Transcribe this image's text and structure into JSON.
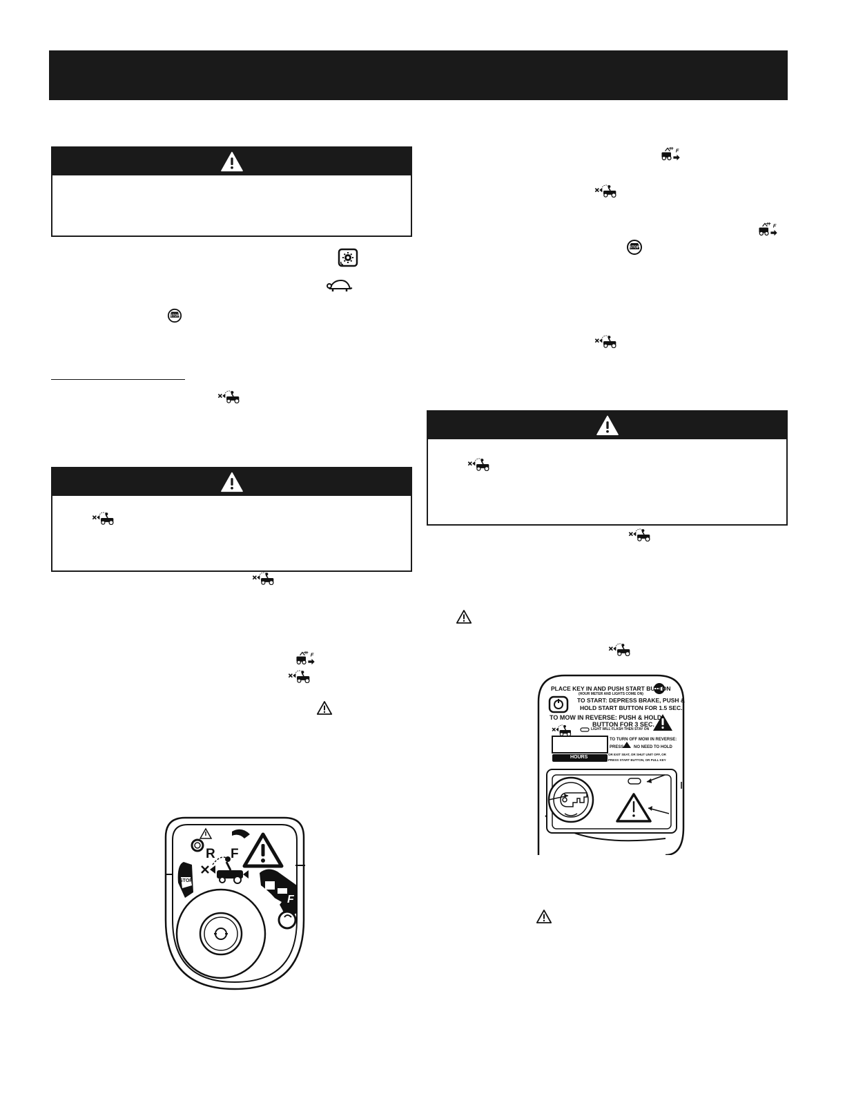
{
  "icons": {
    "warning_triangle": "warning-triangle-icon",
    "pto": "pto-engage-icon",
    "turtle": "turtle-slow-icon",
    "stop": "stop-icon",
    "reverse_mow": "reverse-mow-icon",
    "forward_mow": "forward-mow-icon"
  },
  "ignition_panel": {
    "label_R": "R",
    "label_F": "F",
    "label_stop": "STOP",
    "label_F2": "F"
  },
  "start_panel": {
    "line1": "PLACE KEY IN AND PUSH START BUTTON",
    "line1_sub": "(HOUR METER AND LIGHTS COME ON)",
    "line2a": "TO START: DEPRESS BRAKE, PUSH &",
    "line2b": "HOLD START BUTTON FOR 1.5 SEC.",
    "line3a": "TO MOW IN REVERSE:  PUSH & HOLD",
    "line3b": "BUTTON FOR 3 SEC.",
    "line3_sub": "LIGHT WILL FLASH THEN STAY ON",
    "line4a": "TO TURN OFF MOW IN REVERSE:",
    "line4b_pre": "PRESS",
    "line4b_post": "NO NEED TO HOLD",
    "line5a": "OR EXIT SEAT, OR SHUT UNIT OFF, OR",
    "line5b": "PRESS START BUTTON, OR PULL KEY",
    "hours_label": "HOURS"
  },
  "colors": {
    "dark": "#1a1a1a",
    "page": "#ffffff"
  }
}
